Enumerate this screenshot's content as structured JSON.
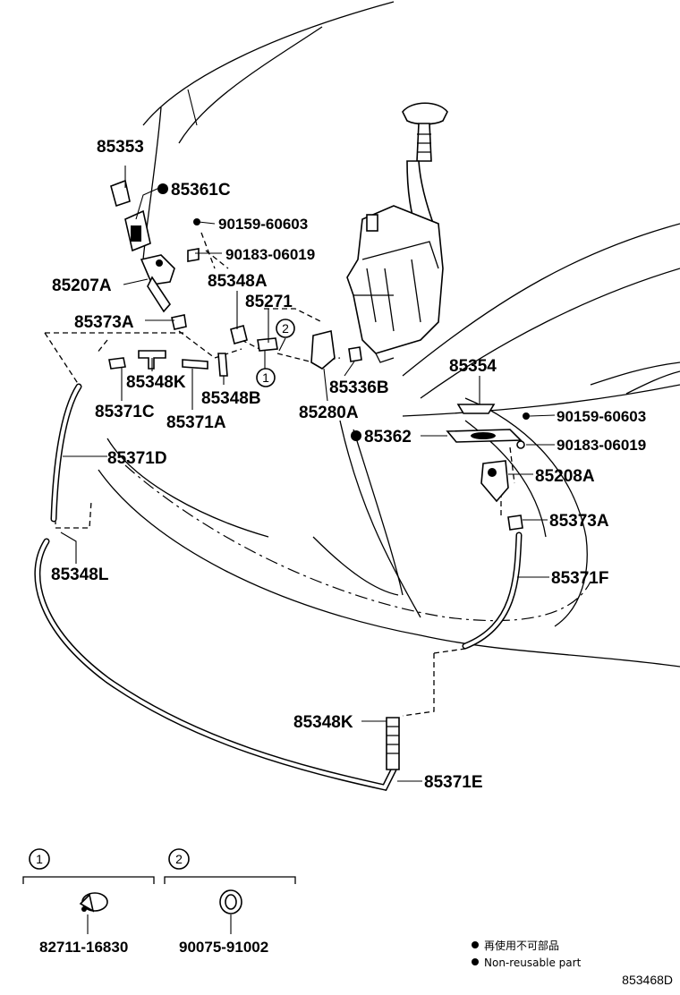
{
  "labels": {
    "p85353": "85353",
    "p85361C": "85361C",
    "p90159_top": "90159-60603",
    "p90183_top": "90183-06019",
    "p85207A": "85207A",
    "p85348A": "85348A",
    "p85271": "85271",
    "p85373A_left": "85373A",
    "p85348K_top": "85348K",
    "p85348B": "85348B",
    "p85371C": "85371C",
    "p85371A": "85371A",
    "p85336B": "85336B",
    "p85280A": "85280A",
    "p85354": "85354",
    "p90159_right": "90159-60603",
    "p85362": "85362",
    "p90183_right": "90183-06019",
    "p85208A": "85208A",
    "p85373A_right": "85373A",
    "p85371D": "85371D",
    "p85348L": "85348L",
    "p85371F": "85371F",
    "p85348K_bottom": "85348K",
    "p85371E": "85371E"
  },
  "callouts": {
    "one": "1",
    "two": "2"
  },
  "detail_boxes": [
    {
      "number": "1",
      "part": "82711-16830"
    },
    {
      "number": "2",
      "part": "90075-91002"
    }
  ],
  "legend": {
    "jp": "再使用不可部品",
    "en": "Non-reusable part"
  },
  "diagram_code": "853468D"
}
